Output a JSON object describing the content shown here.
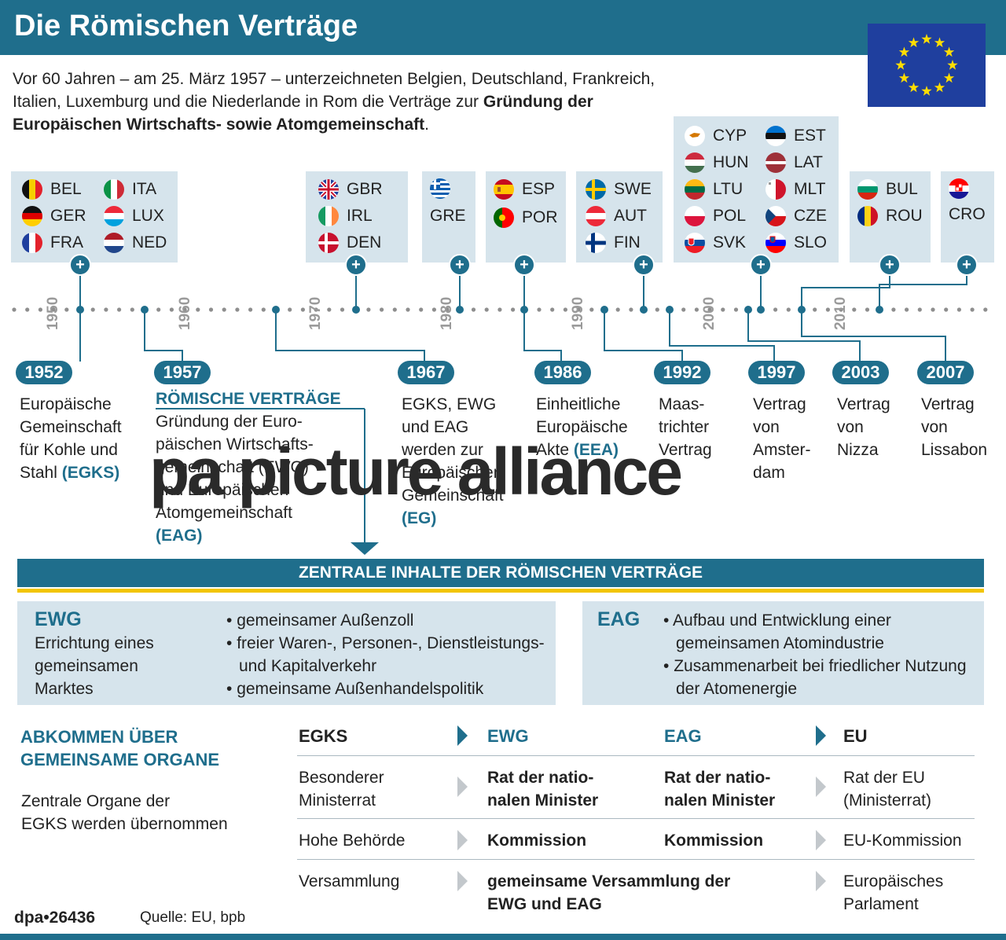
{
  "title": "Die Römischen Verträge",
  "intro": {
    "text": "Vor 60 Jahren – am 25. März 1957 – unterzeichneten Belgien, Deutschland, Frankreich, Italien, Luxemburg und die Niederlande in Rom die Verträge zur",
    "bold": "Gründung der Europäischen Wirtschafts- sowie Atomgemeinschaft",
    "end": "."
  },
  "colors": {
    "accent": "#1f6e8c",
    "panel": "#d6e4ec",
    "yellow": "#f2c500",
    "eu_blue": "#1f3f9e",
    "eu_star": "#ffdd00"
  },
  "groups": [
    {
      "countries": [
        {
          "code": "BEL",
          "flag": "belgium"
        },
        {
          "code": "ITA",
          "flag": "italy"
        },
        {
          "code": "GER",
          "flag": "germany"
        },
        {
          "code": "LUX",
          "flag": "luxembourg"
        },
        {
          "code": "FRA",
          "flag": "france"
        },
        {
          "code": "NED",
          "flag": "netherlands"
        }
      ]
    },
    {
      "countries": [
        {
          "code": "GBR",
          "flag": "uk"
        },
        {
          "code": "IRL",
          "flag": "ireland"
        },
        {
          "code": "DEN",
          "flag": "denmark"
        }
      ]
    },
    {
      "countries": [
        {
          "code": "GRE",
          "flag": "greece"
        }
      ]
    },
    {
      "countries": [
        {
          "code": "ESP",
          "flag": "spain"
        },
        {
          "code": "POR",
          "flag": "portugal"
        }
      ]
    },
    {
      "countries": [
        {
          "code": "SWE",
          "flag": "sweden"
        },
        {
          "code": "AUT",
          "flag": "austria"
        },
        {
          "code": "FIN",
          "flag": "finland"
        }
      ]
    },
    {
      "countries": [
        {
          "code": "CYP",
          "flag": "cyprus"
        },
        {
          "code": "EST",
          "flag": "estonia"
        },
        {
          "code": "HUN",
          "flag": "hungary"
        },
        {
          "code": "LAT",
          "flag": "latvia"
        },
        {
          "code": "LTU",
          "flag": "lithuania"
        },
        {
          "code": "MLT",
          "flag": "malta"
        },
        {
          "code": "POL",
          "flag": "poland"
        },
        {
          "code": "CZE",
          "flag": "czechia"
        },
        {
          "code": "SVK",
          "flag": "slovakia"
        },
        {
          "code": "SLO",
          "flag": "slovenia"
        }
      ]
    },
    {
      "countries": [
        {
          "code": "BUL",
          "flag": "bulgaria"
        },
        {
          "code": "ROU",
          "flag": "romania"
        }
      ]
    },
    {
      "countries": [
        {
          "code": "CRO",
          "flag": "croatia"
        }
      ]
    }
  ],
  "plus_sign": "+",
  "decades": [
    "1950",
    "1960",
    "1970",
    "1980",
    "1990",
    "2000",
    "2010"
  ],
  "events": [
    {
      "year": "1952",
      "lines": [
        "Europäische",
        "Gemeinschaft",
        "für Kohle und"
      ],
      "last_plain": "Stahl ",
      "last_hl": "(EGKS)"
    },
    {
      "year": "1957",
      "heading": "RÖMISCHE VERTRÄGE",
      "lines": [
        "Gründung der Euro-",
        "päischen Wirtschafts-",
        "gemeinschaft (EWG)",
        "und Europäischen",
        "Atomgemeinschaft"
      ],
      "last_plain": "",
      "last_hl": "(EAG)"
    },
    {
      "year": "1967",
      "lines": [
        "EGKS, EWG",
        "und EAG",
        "werden zur",
        "Europäischen",
        "Gemeinschaft"
      ],
      "last_plain": "",
      "last_hl": "(EG)"
    },
    {
      "year": "1986",
      "lines": [
        "Einheitliche",
        "Europäische"
      ],
      "last_plain": "Akte ",
      "last_hl": "(EEA)"
    },
    {
      "year": "1992",
      "lines": [
        "Maas-",
        "trichter",
        "Vertrag"
      ],
      "last_plain": "",
      "last_hl": ""
    },
    {
      "year": "1997",
      "lines": [
        "Vertrag",
        "von",
        "Amster-",
        "dam"
      ],
      "last_plain": "",
      "last_hl": ""
    },
    {
      "year": "2003",
      "lines": [
        "Vertrag",
        "von",
        "Nizza"
      ],
      "last_plain": "",
      "last_hl": ""
    },
    {
      "year": "2007",
      "lines": [
        "Vertrag",
        "von",
        "Lissabon"
      ],
      "last_plain": "",
      "last_hl": ""
    }
  ],
  "watermark": "pa picture alliance",
  "central_title": "ZENTRALE INHALTE DER RÖMISCHEN VERTRÄGE",
  "ewg": {
    "title": "EWG",
    "desc": [
      "Errichtung eines",
      "gemeinsamen",
      "Marktes"
    ],
    "bullets": [
      "gemeinsamer Außenzoll",
      "freier Waren-, Personen-, Dienstleistungs- und Kapitalverkehr",
      "gemeinsame Außenhandelspolitik"
    ]
  },
  "eag": {
    "title": "EAG",
    "bullets": [
      "Aufbau und Entwicklung einer gemeinsamen Atomindustrie",
      "Zusammenarbeit bei friedlicher Nutzung der Atomenergie"
    ]
  },
  "organs": {
    "title": [
      "ABKOMMEN ÜBER",
      "GEMEINSAME ORGANE"
    ],
    "desc": [
      "Zentrale Organe der",
      "EGKS werden übernommen"
    ],
    "headers": [
      "EGKS",
      "EWG",
      "EAG",
      "EU"
    ],
    "rows": [
      {
        "egks": [
          "Besonderer",
          "Ministerrat"
        ],
        "ewg": [
          "Rat der natio-",
          "nalen Minister"
        ],
        "eag": [
          "Rat der natio-",
          "nalen Minister"
        ],
        "eu": [
          "Rat der EU",
          "(Ministerrat)"
        ]
      },
      {
        "egks": [
          "Hohe Behörde"
        ],
        "ewg": [
          "Kommission"
        ],
        "eag": [
          "Kommission"
        ],
        "eu": [
          "EU-Kommission"
        ]
      },
      {
        "egks": [
          "Versammlung"
        ],
        "ewg": [
          "gemeinsame Versammlung der",
          "EWG und EAG"
        ],
        "eag": [],
        "eu": [
          "Europäisches",
          "Parlament"
        ]
      }
    ]
  },
  "footer": {
    "id": "dpa•26436",
    "source": "Quelle: EU, bpb"
  }
}
